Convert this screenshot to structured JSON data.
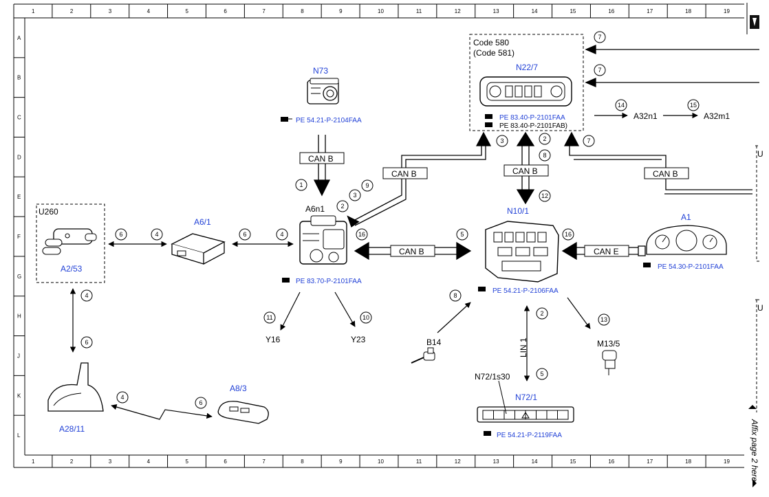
{
  "ruler_columns": [
    "1",
    "2",
    "3",
    "4",
    "5",
    "6",
    "7",
    "8",
    "9",
    "10",
    "11",
    "12",
    "13",
    "14",
    "15",
    "16",
    "17",
    "18",
    "19"
  ],
  "ruler_rows": [
    "A",
    "B",
    "C",
    "D",
    "E",
    "F",
    "G",
    "H",
    "J",
    "K",
    "L"
  ],
  "boxes": {
    "code_580": "Code 580",
    "code_581": "(Code 581)",
    "u260": "U260",
    "right_u1": "U",
    "right_u2": "U"
  },
  "components": {
    "n73": "N73",
    "n22_7": "N22/7",
    "a6n1": "A6n1",
    "a6_1": "A6/1",
    "a2_53": "A2/53",
    "n10_1": "N10/1",
    "a1": "A1",
    "a28_11": "A28/11",
    "a8_3": "A8/3",
    "b14": "B14",
    "m13_5": "M13/5",
    "n72_1s30": "N72/1s30",
    "n72_1": "N72/1",
    "y16": "Y16",
    "y23": "Y23",
    "a32n1": "A32n1",
    "a32m1": "A32m1"
  },
  "refs": {
    "n73": "PE 54.21-P-2104FAA",
    "n22_7_a": "PE 83.40-P-2101FAA",
    "n22_7_b": "PE 83.40-P-2101FAB)",
    "a6n1": "PE 83.70-P-2101FAA",
    "n10_1": "PE 54.21-P-2106FAA",
    "a1": "PE 54.30-P-2101FAA",
    "n72_1": "PE 54.21-P-2119FAA"
  },
  "buses": {
    "can_b": "CAN B",
    "can_e": "CAN E",
    "lin_1": "LIN 1"
  },
  "markers": {
    "m1": "1",
    "m2a": "2",
    "m3a": "3",
    "m9": "9",
    "m6a": "6",
    "m4a": "4",
    "m6b": "6",
    "m4b": "4",
    "m16a": "16",
    "m5a": "5",
    "m16b": "16",
    "m4c": "4",
    "m6c": "6",
    "m4d": "4",
    "m6d": "6",
    "m11": "11",
    "m10": "10",
    "m8a": "8",
    "m2b": "2",
    "m5b": "5",
    "m13": "13",
    "m3b": "3",
    "m2c": "2",
    "m8b": "8",
    "m12": "12",
    "m7a": "7",
    "m7b": "7",
    "m7c": "7",
    "m14": "14",
    "m15": "15"
  },
  "side_note": "Affix page 2 here",
  "colors": {
    "blue": "#1f3fd6"
  }
}
